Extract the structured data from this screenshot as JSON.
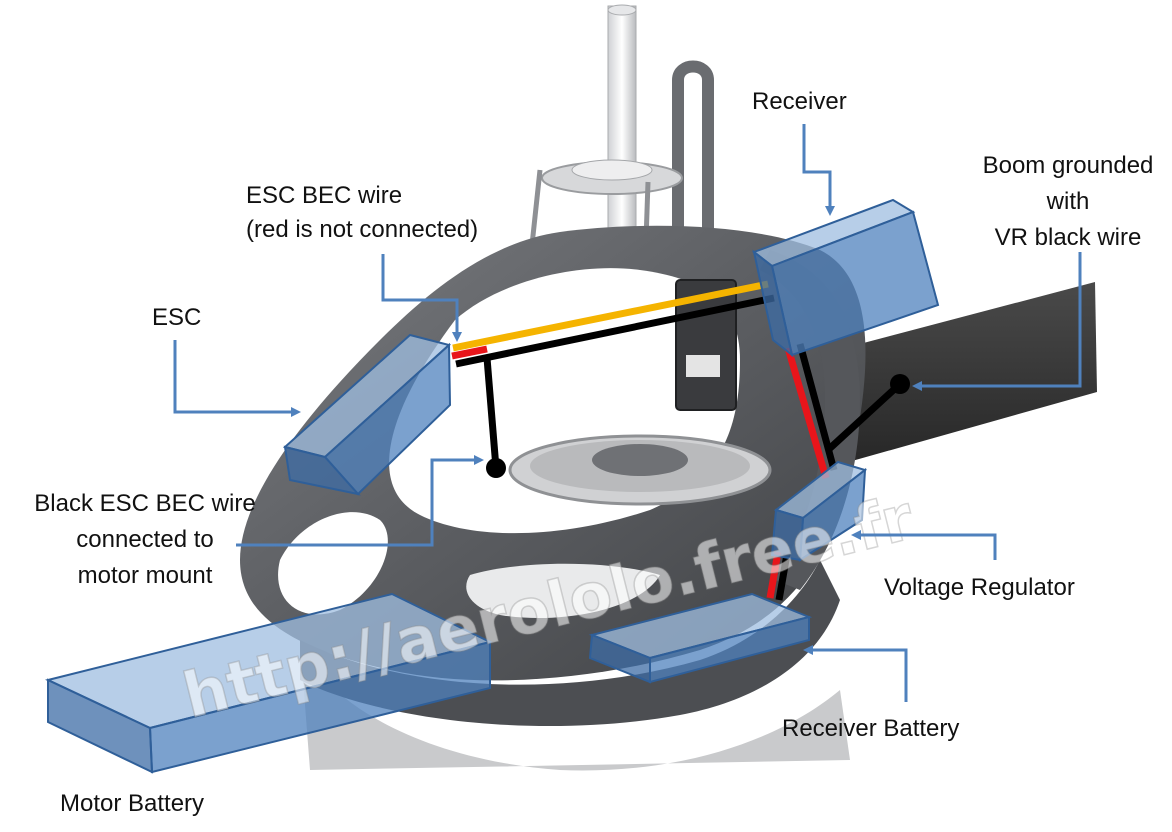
{
  "labels": {
    "receiver": "Receiver",
    "boom_line1": "Boom grounded",
    "boom_line2": "with",
    "boom_line3": "VR black wire",
    "esc_bec_line1": "ESC BEC wire",
    "esc_bec_line2": "(red is not connected)",
    "esc": "ESC",
    "black_esc_line1": "Black ESC BEC wire",
    "black_esc_line2": "connected to",
    "black_esc_line3": "motor mount",
    "voltage_regulator": "Voltage Regulator",
    "receiver_battery": "Receiver Battery",
    "motor_battery": "Motor Battery"
  },
  "watermark": "http://aerololo.free.fr",
  "colors": {
    "component_fill": "#4f81bd",
    "component_edge": "#2f5f99",
    "arrow": "#4f81bd",
    "wire_red": "#e8151b",
    "wire_black": "#000000",
    "wire_yellow": "#f5b400",
    "frame": "#5b5d61",
    "boom": "#333333"
  }
}
